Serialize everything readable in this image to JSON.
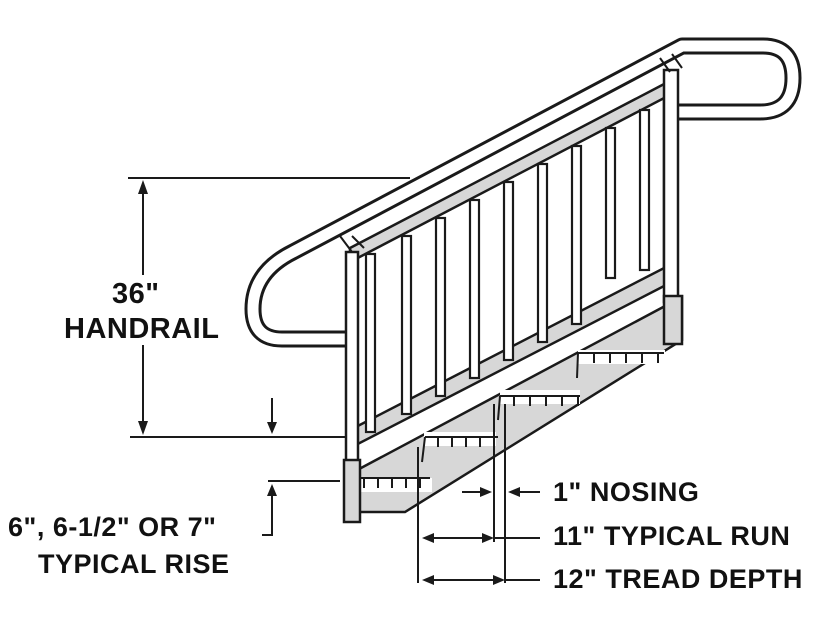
{
  "labels": {
    "handrail_height": "36\"",
    "handrail": "HANDRAIL",
    "rise_options": "6\", 6-1/2\" OR 7\"",
    "typical_rise": "TYPICAL RISE",
    "nosing": "1\" NOSING",
    "typical_run": "11\" TYPICAL RUN",
    "tread_depth": "12\" TREAD DEPTH"
  },
  "colors": {
    "line": "#1a1a1a",
    "fill_grey": "#d7d7d7",
    "fill_white": "#ffffff"
  }
}
